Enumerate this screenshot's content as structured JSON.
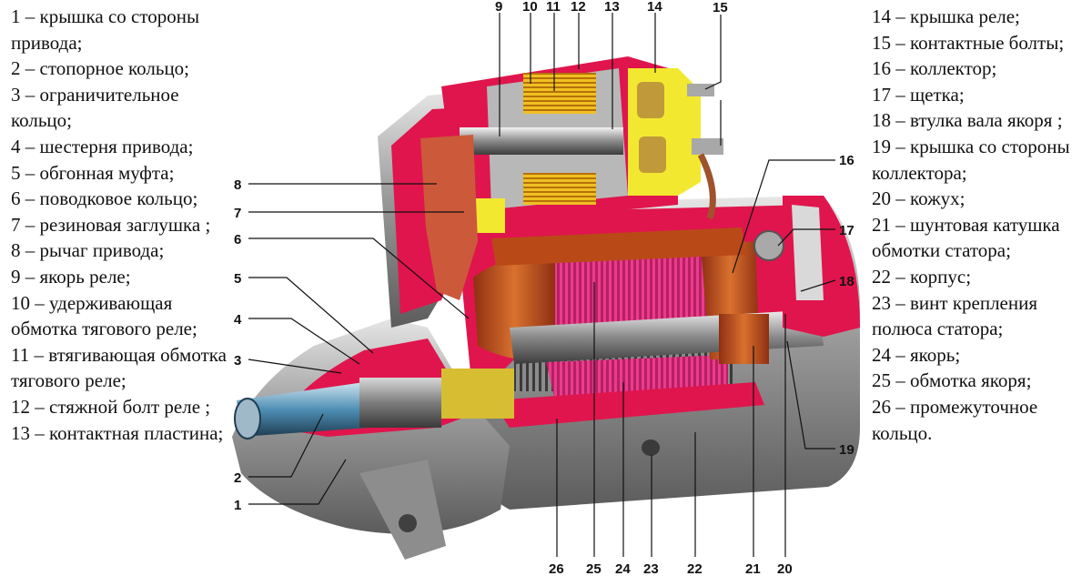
{
  "legend_left": [
    "1 – крышка со стороны привода;",
    "2 – стопорное кольцо;",
    "3 – ограничительное кольцо;",
    "4 – шестерня привода;",
    "5 – обгонная муфта;",
    "6 – поводковое кольцо;",
    "7 – резиновая заглушка ;",
    "8 – рычаг привода;",
    "9 – якорь реле;",
    "10 – удерживающая обмотка тягового реле;",
    "11 – втягивающая обмотка тягового реле;",
    "12 – стяжной болт реле ;",
    "13 – контактная пластина;"
  ],
  "legend_right": [
    "14 – крышка реле;",
    "15 – контактные болты;",
    "16 – коллектор;",
    "17 – щетка;",
    "18 – втулка вала якоря ;",
    "19 – крышка со стороны коллектора;",
    "20 – кожух;",
    "21 – шунтовая катушка обмотки статора;",
    "22 – корпус;",
    "23 – винт крепления полюса статора;",
    "24 – якорь;",
    "25 – обмотка якоря;",
    "26 – промежуточное кольцо."
  ],
  "callouts": {
    "n1": "1",
    "n2": "2",
    "n3": "3",
    "n4": "4",
    "n5": "5",
    "n6": "6",
    "n7": "7",
    "n8": "8",
    "n9": "9",
    "n10": "10",
    "n11": "11",
    "n12": "12",
    "n13": "13",
    "n14": "14",
    "n15": "15",
    "n16": "16",
    "n17": "17",
    "n18": "18",
    "n19": "19",
    "n20": "20",
    "n21": "21",
    "n22": "22",
    "n23": "23",
    "n24": "24",
    "n25": "25",
    "n26": "26"
  },
  "colors": {
    "housing_red": "#e0154d",
    "metal_gray": "#b9b9b9",
    "copper": "#c2551f",
    "winding_pink": "#e63a8c",
    "yellow": "#f2e830",
    "dark": "#1a1a1a"
  }
}
